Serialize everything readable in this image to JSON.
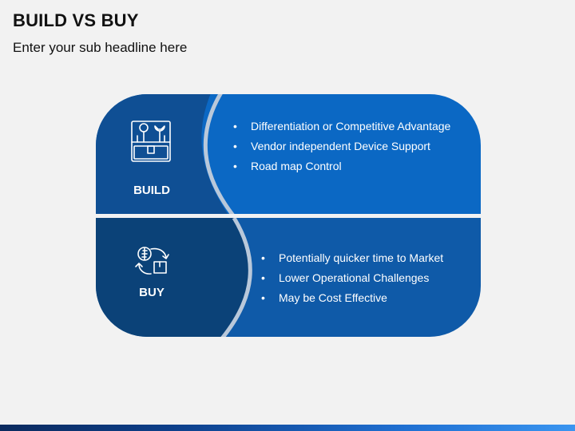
{
  "header": {
    "title": "BUILD VS BUY",
    "subtitle": "Enter your sub headline here"
  },
  "colors": {
    "top_dark": "#0f4f94",
    "top_light": "#0b68c4",
    "bottom_dark": "#0b4278",
    "bottom_light": "#0f5aa8"
  },
  "build": {
    "label": "BUILD",
    "icon": "toolbox-icon",
    "points": [
      "Differentiation or Competitive Advantage",
      "Vendor independent Device Support",
      "Road map Control"
    ]
  },
  "buy": {
    "label": "BUY",
    "icon": "purchase-cycle-icon",
    "points": [
      "Potentially quicker time to Market",
      "Lower Operational Challenges",
      "May be Cost Effective"
    ]
  }
}
